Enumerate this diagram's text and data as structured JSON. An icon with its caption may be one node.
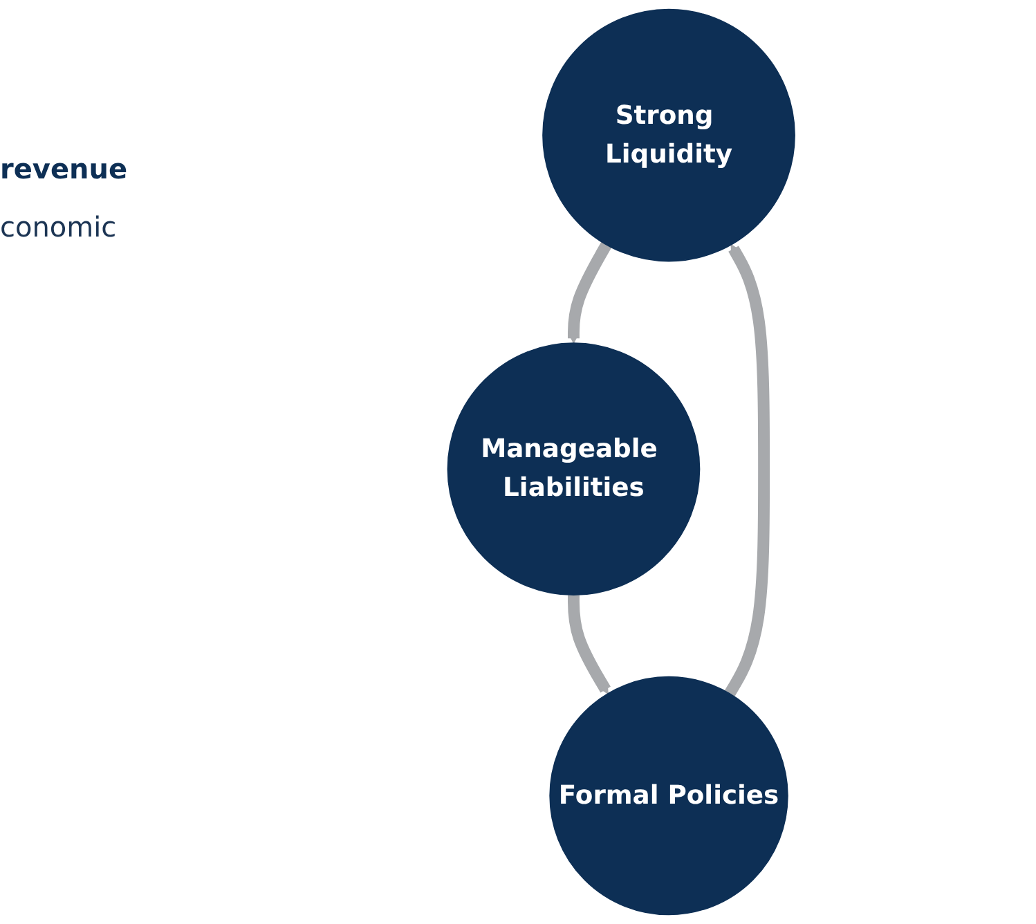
{
  "diagram": {
    "nodes": [
      {
        "text": [
          "Strong Liquidity"
        ]
      },
      {
        "text": [
          "Manageable Liabilities"
        ]
      },
      {
        "text": [
          "Formal Policies"
        ]
      }
    ],
    "edges": [
      {
        "from": 0,
        "to": 1,
        "arrow": "to"
      },
      {
        "from": 1,
        "to": 2,
        "arrow": "to"
      },
      {
        "from": 2,
        "to": 0,
        "arrow": "to"
      }
    ],
    "labels": [
      "revenue",
      "conomic"
    ]
  }
}
